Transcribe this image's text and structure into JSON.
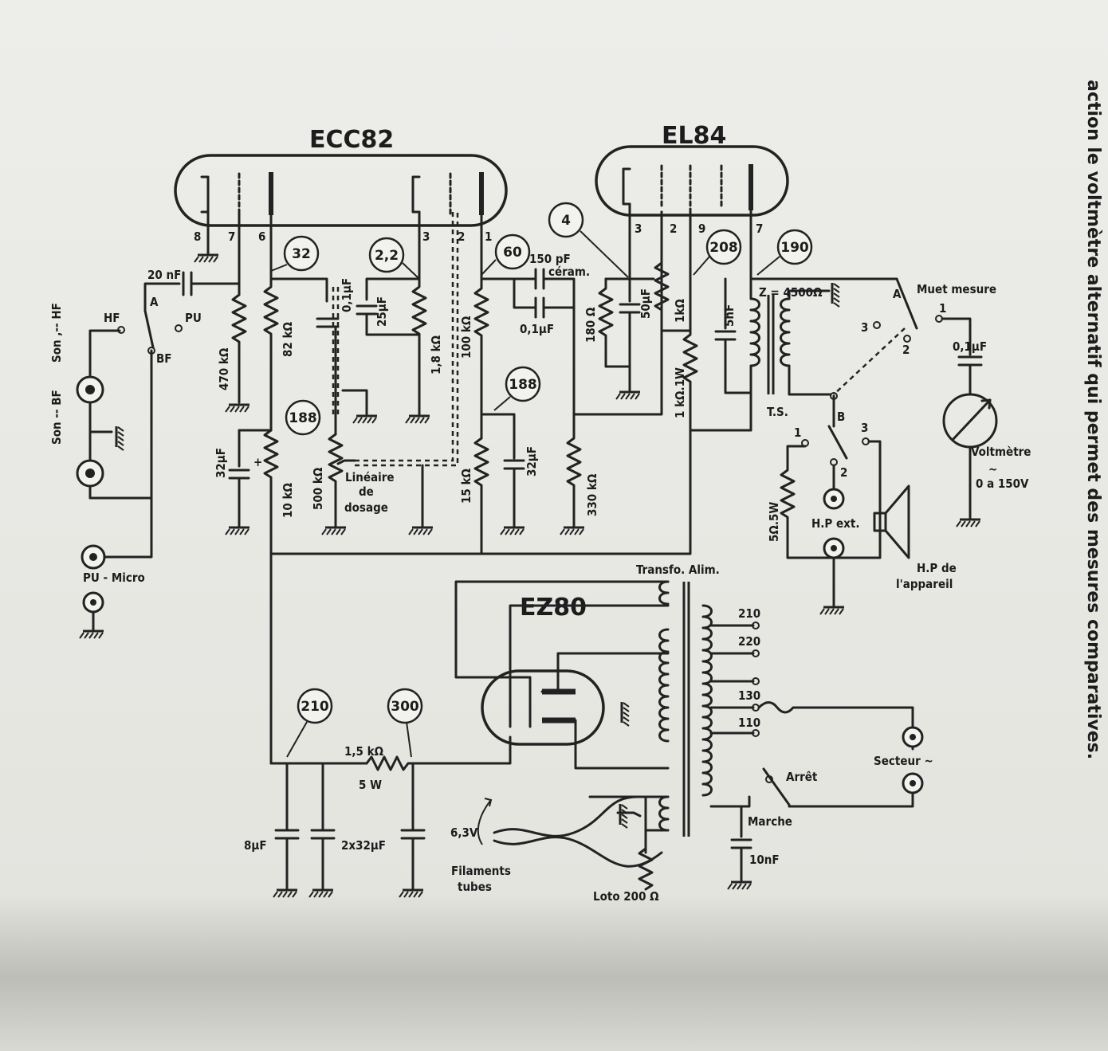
{
  "side_text": "action le voltmètre alternatif qui permet des mesures comparatives.",
  "tubes": {
    "ecc82": "ECC82",
    "el84": "EL84",
    "ez80": "EZ80"
  },
  "pins": {
    "p8": "8",
    "p7": "7",
    "p6": "6",
    "p3": "3",
    "p2": "2",
    "p1": "1",
    "el_p3": "3",
    "el_p2": "2",
    "el_p9": "9",
    "el_p7": "7"
  },
  "voltages": {
    "v32": "32",
    "v2_2": "2,2",
    "v60": "60",
    "v188a": "188",
    "v188b": "188",
    "v4": "4",
    "v208": "208",
    "v190": "190",
    "v210": "210",
    "v300": "300"
  },
  "components": {
    "c20nf": "20 nF",
    "r470k": "470 kΩ",
    "r82k": "82 kΩ",
    "c0_1uf_a": "0,1µF",
    "c25uf": "25µF",
    "r1_8k": "1,8 kΩ",
    "c150pf": "150 pF",
    "ceram": "céram.",
    "c0_1uf_b": "0,1µF",
    "r100k": "100 kΩ",
    "c32uf_a": "32µF",
    "r10k": "10 kΩ",
    "pot500k": "500 kΩ",
    "lineaire": "Linéaire",
    "de": "de",
    "dosage": "dosage",
    "r15k": "15 kΩ",
    "c32uf_b": "32µF",
    "r330k": "330 kΩ",
    "r180": "180 Ω",
    "c50uf": "50µF",
    "r1k": "1kΩ",
    "r1k1w": "1 kΩ.1W",
    "c5nf": "5nF",
    "z": "Z = 4500Ω",
    "ts": "T.S.",
    "r5ohm": "5Ω.5W",
    "c0_1uf_c": "0,1µF",
    "r1_5k": "1,5 kΩ",
    "r5w": "5 W",
    "c8uf": "8µF",
    "c2x32": "2x32µF",
    "c10nf": "10nF",
    "loto": "Loto 200 Ω"
  },
  "switches": {
    "a_left": "A",
    "bf": "BF",
    "hf": "HF",
    "pu": "PU",
    "a_right": "A",
    "muet_mesure": "Muet mesure",
    "pos1": "1",
    "pos2": "2",
    "pos3": "3",
    "b": "B",
    "b1": "1",
    "b2": "2",
    "b3": "3",
    "arret": "Arrêt",
    "marche": "Marche"
  },
  "connectors": {
    "son_hf": "Son ,-- HF",
    "son_bf": "Son -- BF",
    "pu_micro": "PU - Micro",
    "hp_ext": "H.P ext.",
    "hp_app_1": "H.P de",
    "hp_app_2": "l'appareil",
    "secteur": "Secteur ~"
  },
  "meter": {
    "name": "Voltmètre",
    "tilde": "~",
    "range": "0 a 150V"
  },
  "transformer": {
    "name": "Transfo. Alim.",
    "t210": "210",
    "t220": "220",
    "t130": "130",
    "t110": "110"
  },
  "filaments": {
    "volt": "6,3V",
    "label_1": "Filaments",
    "label_2": "tubes"
  }
}
